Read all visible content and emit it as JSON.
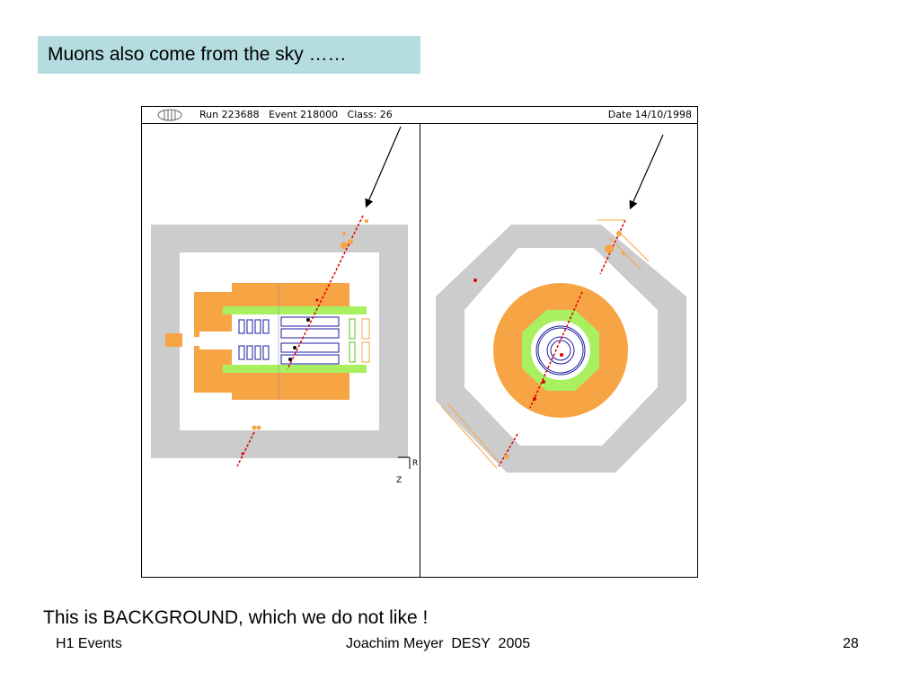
{
  "slide": {
    "title": "Muons also come from the sky ……",
    "caption": "This is BACKGROUND, which we do not like !",
    "footer": {
      "left": "H1 Events",
      "center": "Joachim Meyer  DESY  2005",
      "page_number": "28"
    }
  },
  "event_display": {
    "run_info": "Run 223688   Event 218000   Class: 26",
    "date": "Date 14/10/1998",
    "axis_r": "R",
    "axis_z": "Z",
    "logo_icon": "h1-logo-icon"
  },
  "colors": {
    "title_background": "#b5dde1",
    "iron_yoke": "#cccccc",
    "calorimeter": "#f7a444",
    "coil": "#a8f060",
    "track": "#e00000",
    "tracker": "#1a1aa0"
  }
}
